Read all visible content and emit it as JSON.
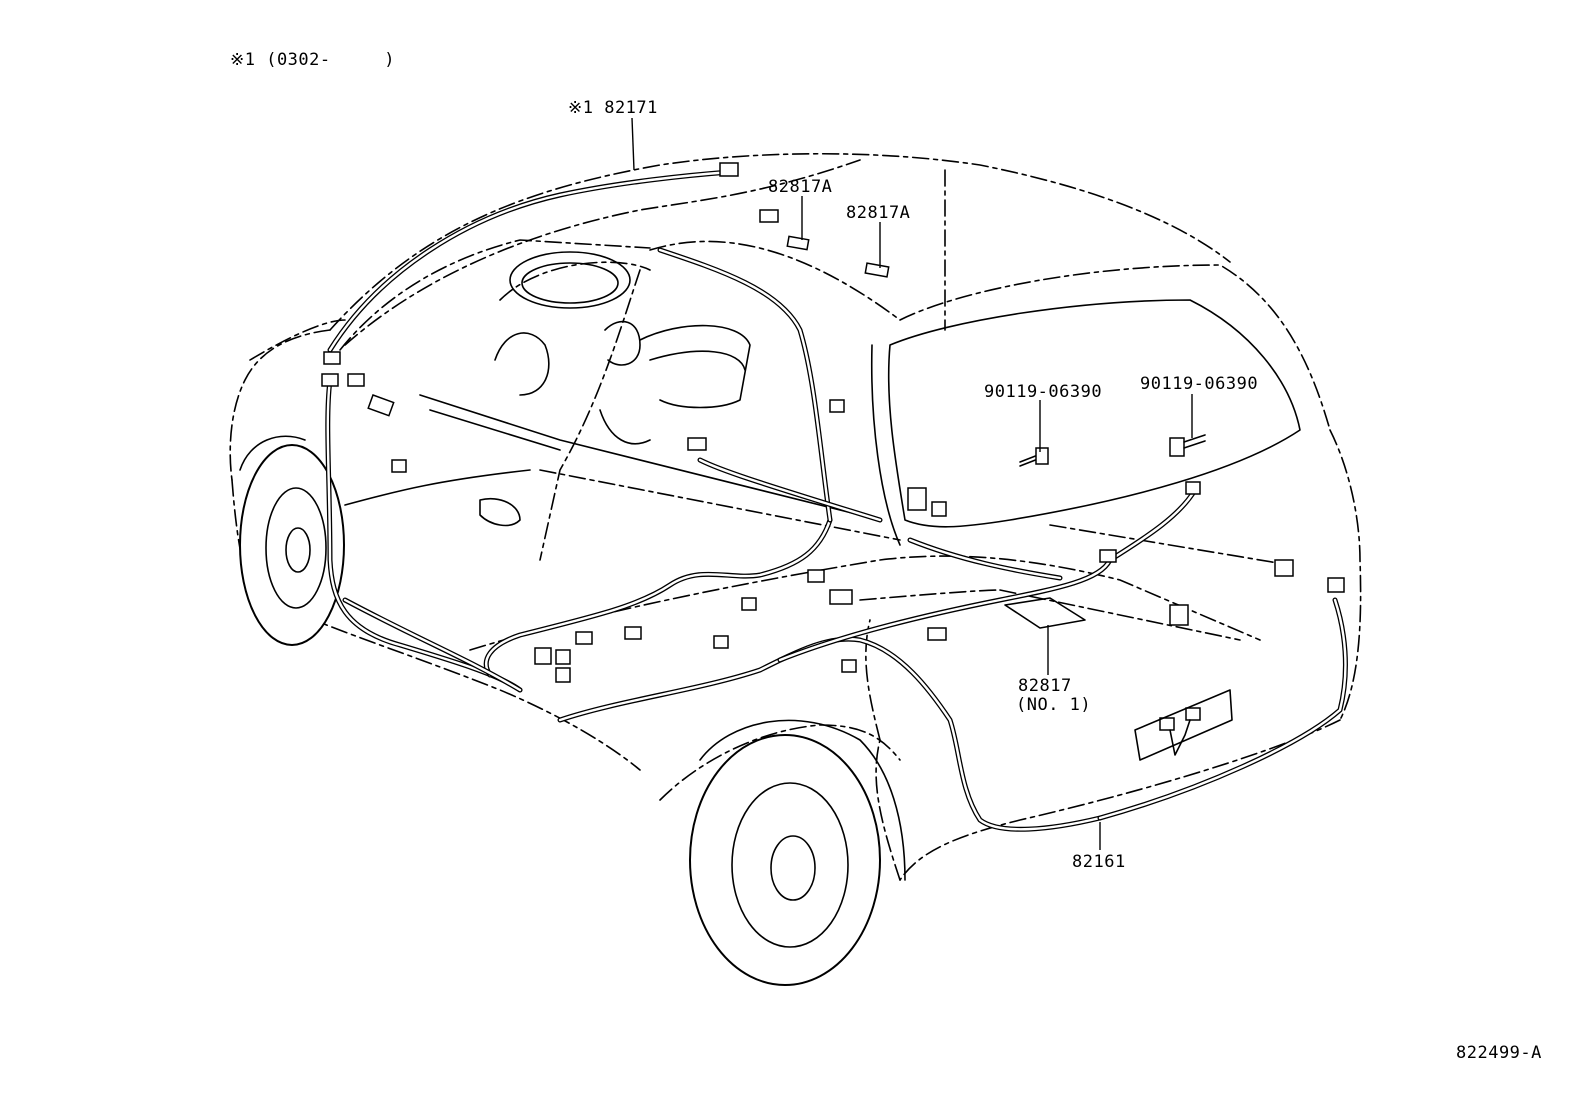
{
  "header": {
    "note": "※1 (0302-     )"
  },
  "callouts": {
    "roof_harness": "※1 82171",
    "clip_a_1": "82817A",
    "clip_a_2": "82817A",
    "bolt_1": "90119-06390",
    "bolt_2": "90119-06390",
    "clip_no1_part": "82817",
    "clip_no1_qualifier": "(NO. 1)",
    "floor_harness": "82161"
  },
  "footer": {
    "figure_id": "822499-A"
  }
}
